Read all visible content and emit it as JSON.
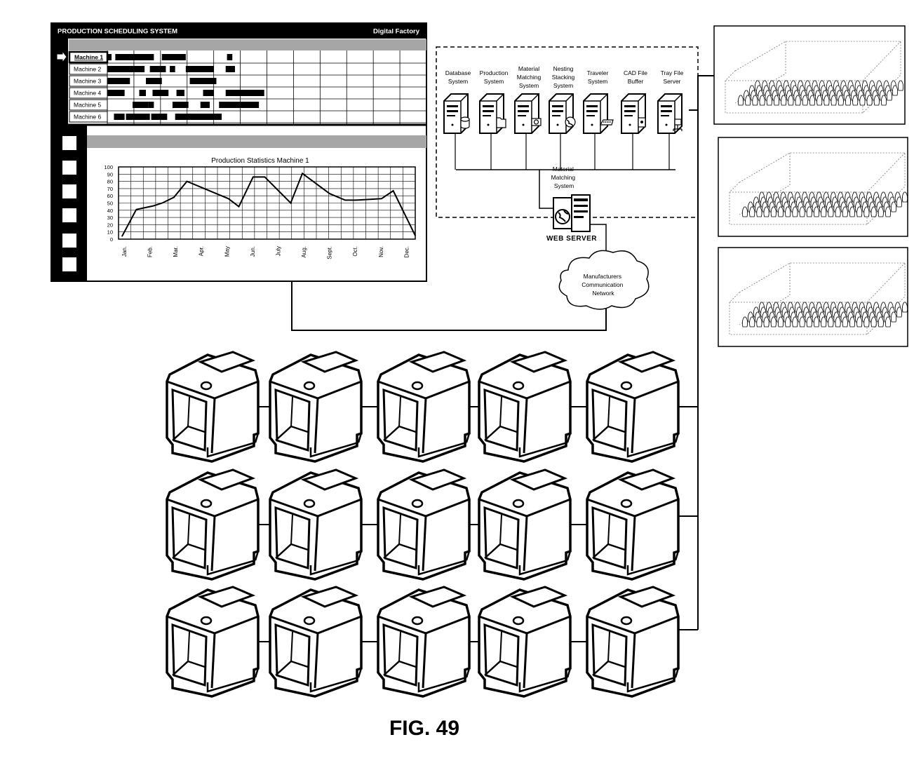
{
  "scheduler": {
    "title": "PRODUCTION SCHEDULING SYSTEM",
    "subtitle": "Digital Factory",
    "machines": [
      {
        "label": "Machine 1",
        "selected": true,
        "bars": [
          [
            "Jan.",
            0.0,
            0.1
          ],
          [
            "Jan.",
            0.6,
            3.5
          ],
          [
            "Apr.",
            1.1,
            2.9
          ],
          [
            "Sept.",
            1.0,
            1.4
          ]
        ]
      },
      {
        "label": "Machine 2",
        "selected": false,
        "bars": [
          [
            "Jan.",
            0.0,
            2.8
          ],
          [
            "Apr.",
            0.2,
            1.4
          ],
          [
            "Apr.",
            1.7,
            2.1
          ],
          [
            "Jun.",
            0.9,
            2.6
          ],
          [
            "Aug.",
            0.3,
            1.0
          ],
          [
            "Sept.",
            0.9,
            1.6
          ]
        ]
      },
      {
        "label": "Machine 3",
        "selected": false,
        "bars": [
          [
            "Jan.",
            0.0,
            1.7
          ],
          [
            "Feb.",
            1.9,
            3.1
          ],
          [
            "Jun.",
            1.2,
            2.9
          ],
          [
            "Aug.",
            0.8,
            1.2
          ]
        ]
      },
      {
        "label": "Machine 4",
        "selected": false,
        "bars": [
          [
            "Jan.",
            0.0,
            1.3
          ],
          [
            "Feb.",
            1.4,
            1.9
          ],
          [
            "Feb.",
            2.6,
            3.0
          ],
          [
            "Apr.",
            0.4,
            1.6
          ],
          [
            "Jun.",
            0.2,
            0.8
          ],
          [
            "Jul.",
            1.2,
            2.0
          ],
          [
            "Aug.",
            0.4,
            0.9
          ],
          [
            "Sept.",
            0.9,
            3.8
          ]
        ]
      },
      {
        "label": "Machine 5",
        "selected": false,
        "bars": [
          [
            "Feb.",
            0.9,
            2.1
          ],
          [
            "Mar.",
            0.4,
            0.9
          ],
          [
            "Apr.",
            0.1,
            0.5
          ],
          [
            "May",
            0.9,
            2.1
          ],
          [
            "Jul.",
            1.0,
            1.7
          ],
          [
            "Aug.",
            1.4,
            1.8
          ],
          [
            "Sept.",
            0.6,
            3.4
          ]
        ]
      },
      {
        "label": "Machine 6",
        "selected": false,
        "bars": [
          [
            "Jan.",
            0.5,
            1.3
          ],
          [
            "Feb.",
            0.4,
            1.6
          ],
          [
            "Mar.",
            0.4,
            1.2
          ],
          [
            "Apr.",
            0.3,
            1.5
          ],
          [
            "Jun.",
            0.1,
            3.6
          ]
        ]
      }
    ],
    "timeline_months": 12
  },
  "chart_data": {
    "type": "line",
    "title": "Production Statistics Machine 1",
    "categories": [
      "Jan.",
      "Feb.",
      "Mar.",
      "Apr.",
      "May",
      "Jun.",
      "July",
      "Aug.",
      "Sept.",
      "Oct.",
      "Nov.",
      "Dec."
    ],
    "x": [
      0.0,
      0.55,
      1.2,
      1.55,
      2.0,
      2.5,
      3.5,
      4.1,
      4.5,
      5.05,
      5.5,
      6.5,
      6.95,
      7.55,
      8.0,
      8.6,
      9.0,
      9.5,
      10.0,
      10.45,
      11.3
    ],
    "values": [
      4,
      41,
      46,
      50,
      58,
      80,
      65,
      56,
      45,
      86,
      86,
      50,
      91,
      75,
      63,
      54,
      54,
      55,
      56,
      67,
      5
    ],
    "ylim": [
      0,
      100
    ],
    "yticks": [
      0,
      10,
      20,
      30,
      40,
      50,
      60,
      70,
      80,
      90,
      100
    ],
    "grid": true,
    "legend": "none"
  },
  "servers": [
    {
      "label": [
        "Database",
        "System"
      ],
      "icon": "database-icon"
    },
    {
      "label": [
        "Production",
        "System"
      ],
      "icon": "folder-icon"
    },
    {
      "label": [
        "Material",
        "Matching",
        "System"
      ],
      "icon": "camera-icon"
    },
    {
      "label": [
        "Nesting",
        "Stacking",
        "System"
      ],
      "icon": "globe-icon"
    },
    {
      "label": [
        "Traveler",
        "System"
      ],
      "icon": "keyboard-icon"
    },
    {
      "label": [
        "CAD File",
        "Buffer"
      ],
      "icon": "document-icon"
    },
    {
      "label": [
        "Tray File",
        "Server"
      ],
      "icon": "network-icon"
    }
  ],
  "web_server": {
    "label": [
      "Material",
      "Matching",
      "System"
    ],
    "caption": "WEB SERVER"
  },
  "network": {
    "label": [
      "Manufacturers",
      "Communication",
      "Network"
    ]
  },
  "trays": {
    "count": 3,
    "rows": 4,
    "cols": 21
  },
  "machines_grid": {
    "rows": 3,
    "cols": 5
  },
  "figure_label": "FIG. 49"
}
